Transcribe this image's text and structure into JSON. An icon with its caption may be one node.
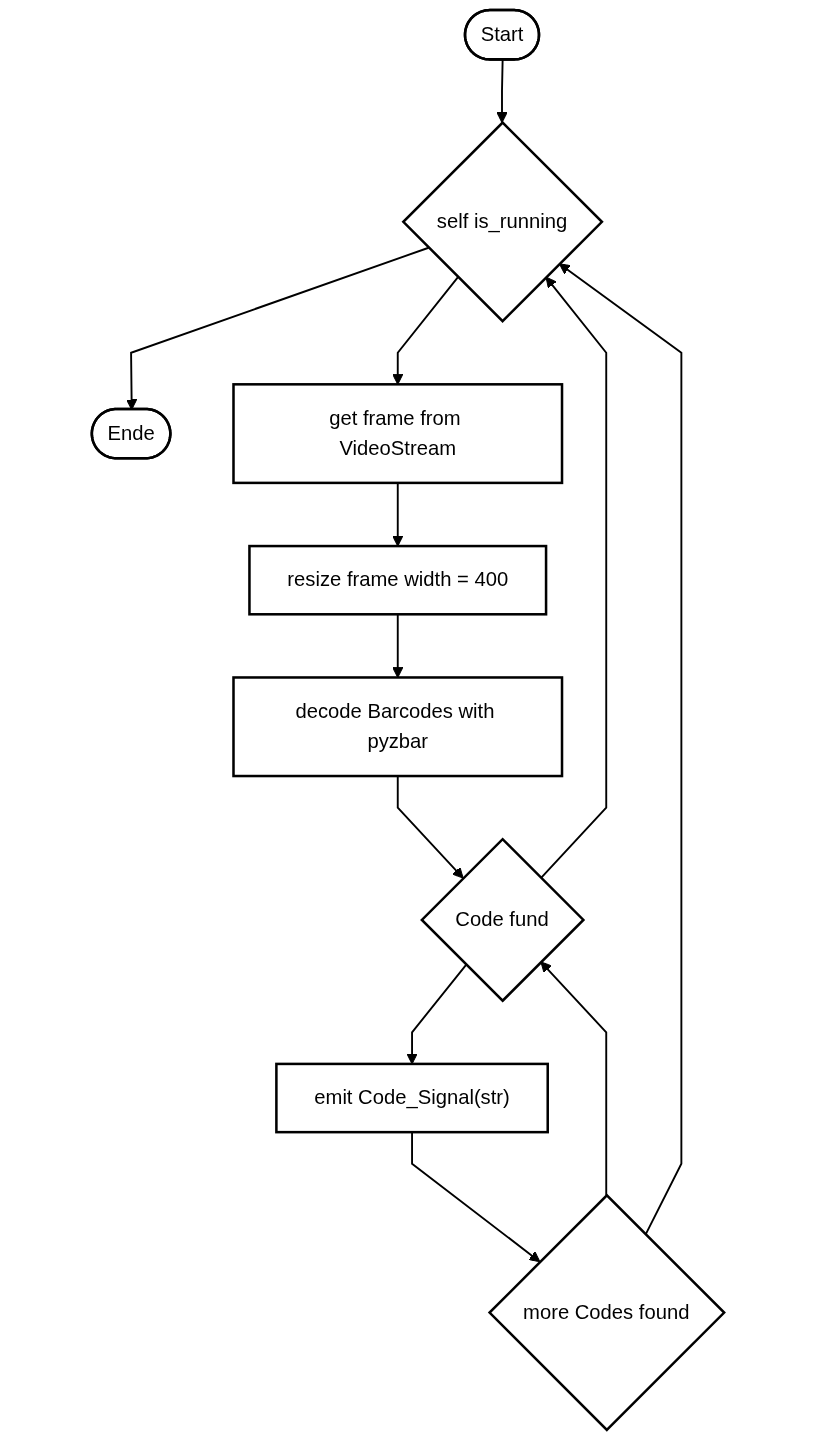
{
  "diagram": {
    "nodes": [
      {
        "text": [
          "Start"
        ]
      },
      {
        "text": [
          "self is_running"
        ]
      },
      {
        "text": [
          "Ende"
        ]
      },
      {
        "text": [
          "get frame from VideoStream"
        ]
      },
      {
        "text": [
          "resize frame width = 400"
        ]
      },
      {
        "text": [
          "decode Barcodes with pyzbar"
        ]
      },
      {
        "text": [
          "Code fund"
        ]
      },
      {
        "text": [
          "emit Code_Signal(str)"
        ]
      },
      {
        "text": [
          "more Codes found"
        ]
      }
    ],
    "edges": [
      {
        "from": 0,
        "to": 1,
        "arrow": "to"
      },
      {
        "from": 1,
        "to": 2,
        "arrow": "to"
      },
      {
        "from": 1,
        "to": 3,
        "arrow": "to"
      },
      {
        "from": 3,
        "to": 4,
        "arrow": "to"
      },
      {
        "from": 4,
        "to": 5,
        "arrow": "to"
      },
      {
        "from": 5,
        "to": 6,
        "arrow": "to"
      },
      {
        "from": 6,
        "to": 1,
        "arrow": "to"
      },
      {
        "from": 6,
        "to": 7,
        "arrow": "to"
      },
      {
        "from": 7,
        "to": 8,
        "arrow": "to"
      },
      {
        "from": 8,
        "to": 1,
        "arrow": "to"
      },
      {
        "from": 8,
        "to": 6,
        "arrow": "to"
      }
    ]
  }
}
